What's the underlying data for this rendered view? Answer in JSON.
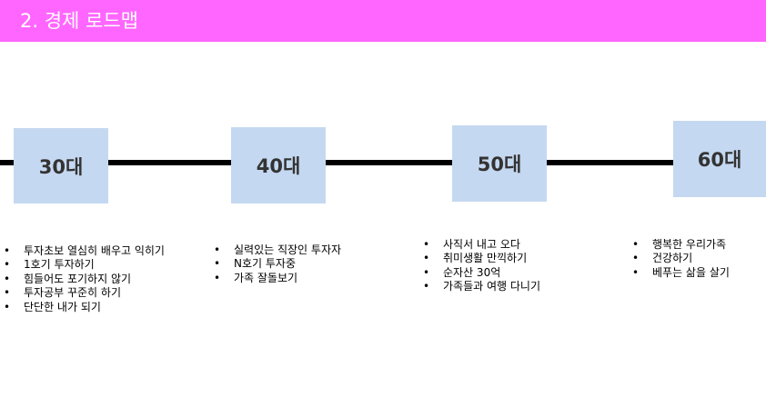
{
  "slide": {
    "title": "2. 경제 로드맵",
    "colors": {
      "title_bar": "#ff66ff",
      "box_fill": "#c5d8f1",
      "timeline": "#000000"
    },
    "stages": [
      {
        "label": "30대",
        "items": [
          "투자초보 열심히 배우고 익히기",
          "1호기 투자하기",
          "힘들어도 포기하지 않기",
          "투자공부 꾸준히 하기",
          "단단한 내가 되기"
        ]
      },
      {
        "label": "40대",
        "items": [
          "실력있는 직장인 투자자",
          "N호기 투자중",
          "가족 잘돌보기"
        ]
      },
      {
        "label": "50대",
        "items": [
          "사직서 내고 오다",
          "취미생활 만끽하기",
          "순자산 30억",
          "가족들과 여행 다니기"
        ]
      },
      {
        "label": "60대",
        "items": [
          "행복한 우리가족",
          "건강하기",
          "베푸는 삶을 살기"
        ]
      }
    ]
  }
}
